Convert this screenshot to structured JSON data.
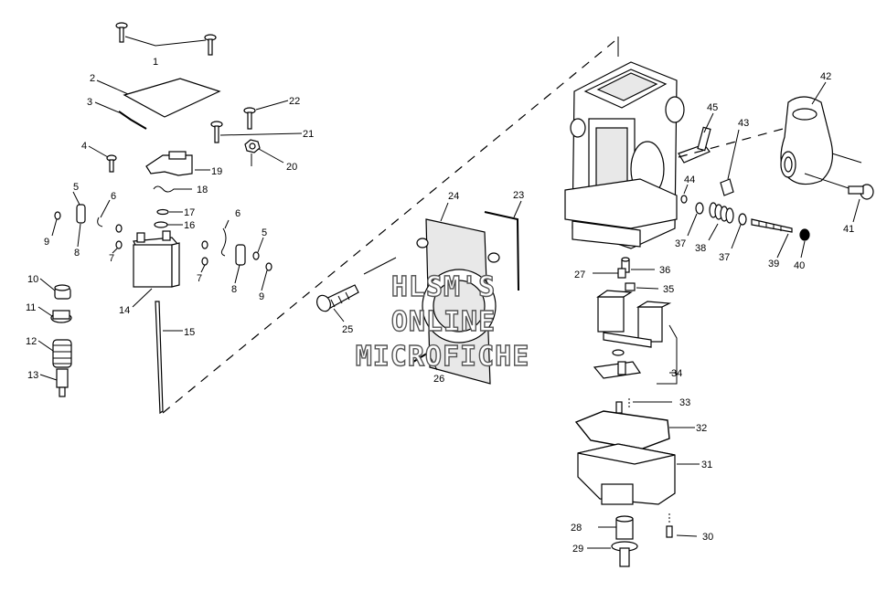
{
  "watermark": {
    "line1": "HLSM'S",
    "line2": "ONLINE",
    "line3": "MICROFICHE"
  },
  "callouts": [
    "1",
    "2",
    "3",
    "4",
    "5",
    "6",
    "7",
    "8",
    "9",
    "10",
    "11",
    "12",
    "13",
    "14",
    "15",
    "16",
    "17",
    "18",
    "19",
    "20",
    "21",
    "22",
    "23",
    "24",
    "25",
    "26",
    "27",
    "28",
    "29",
    "30",
    "31",
    "32",
    "33",
    "34",
    "35",
    "36",
    "37",
    "38",
    "39",
    "40",
    "41",
    "42",
    "43",
    "44",
    "45"
  ],
  "repeated_callouts": [
    "5",
    "6",
    "7",
    "8",
    "9",
    "37"
  ],
  "colors": {
    "line": "#000000",
    "background": "#ffffff",
    "watermark_outline": "#555555"
  }
}
